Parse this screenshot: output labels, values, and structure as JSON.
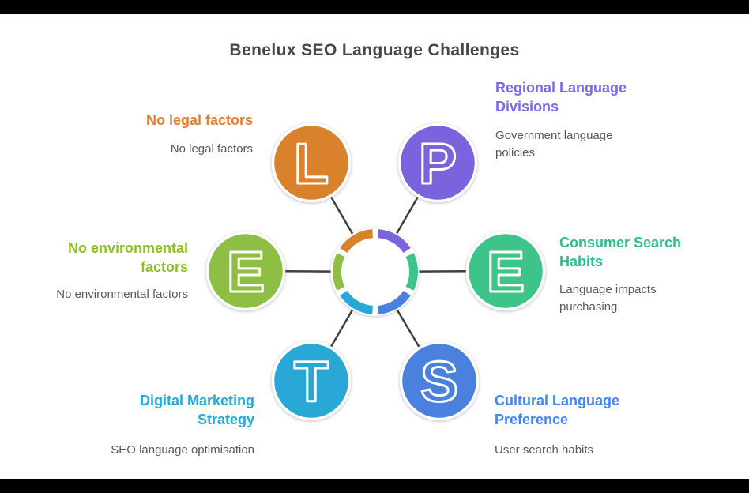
{
  "title": "Benelux SEO Language Challenges",
  "colors": {
    "background": "#ffffff",
    "letterbox_bar": "#000000",
    "title_text": "#474747",
    "subtitle_text": "#595959",
    "spoke_line": "#3f3f3f",
    "circle_outline": "#ffffff"
  },
  "nodes": [
    {
      "id": "legal",
      "letter": "L",
      "color": "#D9822B",
      "title_color": "#E87E2B",
      "title_lines": [
        "No legal factors"
      ],
      "subtitle_lines": [
        "No legal factors"
      ]
    },
    {
      "id": "political",
      "letter": "P",
      "color": "#7B63DD",
      "title_color": "#7B68EE",
      "title_lines": [
        "Regional Language",
        "Divisions"
      ],
      "subtitle_lines": [
        "Government language",
        "policies"
      ]
    },
    {
      "id": "economic",
      "letter": "E",
      "color": "#3EC489",
      "title_color": "#2BBE8C",
      "title_lines": [
        "Consumer Search",
        "Habits"
      ],
      "subtitle_lines": [
        "Language impacts",
        "purchasing"
      ]
    },
    {
      "id": "social",
      "letter": "S",
      "color": "#4A80DE",
      "title_color": "#4285F4",
      "title_lines": [
        "Cultural Language",
        "Preference"
      ],
      "subtitle_lines": [
        "User search habits"
      ]
    },
    {
      "id": "technological",
      "letter": "T",
      "color": "#29A8D8",
      "title_color": "#1FA9DC",
      "title_lines": [
        "Digital Marketing",
        "Strategy"
      ],
      "subtitle_lines": [
        "SEO language optimisation"
      ]
    },
    {
      "id": "environmental",
      "letter": "E",
      "color": "#8FBE44",
      "title_color": "#8FBE2B",
      "title_lines": [
        "No environmental",
        "factors"
      ],
      "subtitle_lines": [
        "No environmental factors"
      ]
    }
  ]
}
